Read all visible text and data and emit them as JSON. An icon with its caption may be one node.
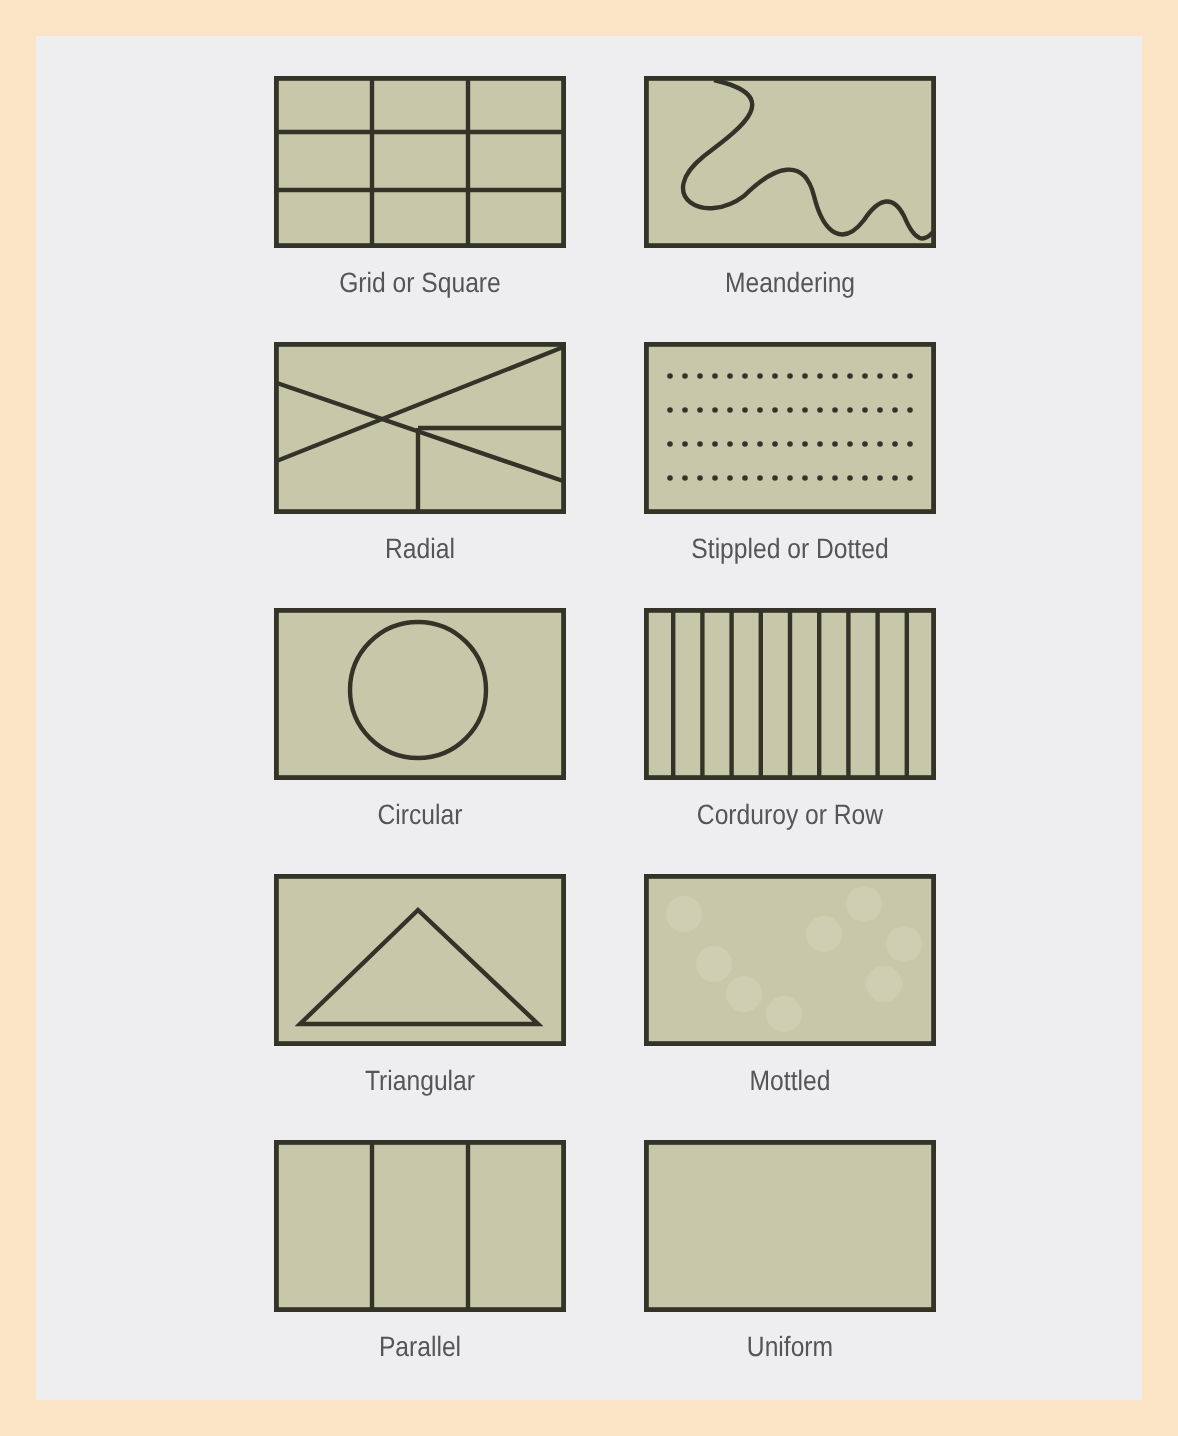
{
  "diagram": {
    "labels": [
      "Grid or Square",
      "Meandering",
      "Radial",
      "Stippled or Dotted",
      "Circular",
      "Corduroy or Row",
      "Triangular",
      "Mottled",
      "Parallel",
      "Uniform"
    ]
  }
}
